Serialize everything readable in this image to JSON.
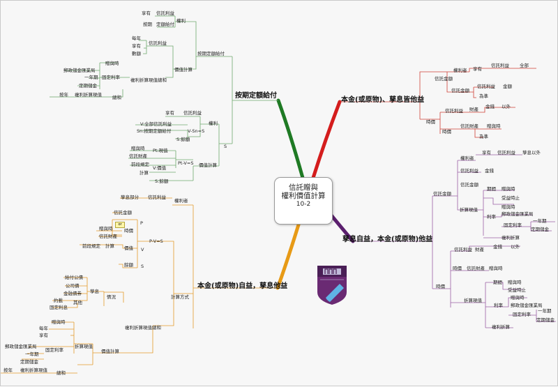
{
  "center": {
    "line1": "信託贈與",
    "line2": "權利價值計算",
    "line3": "10-2"
  },
  "colors": {
    "green": "#6fa86e",
    "red": "#cf3f35",
    "purple": "#9a5fa4",
    "orange": "#e39a2a",
    "trunk_green": "#1f7a24",
    "trunk_red": "#d41d1d",
    "trunk_purple": "#5b1f6e",
    "trunk_orange": "#e79a16"
  },
  "labels": {
    "g1": "按期定額給付",
    "g2": "權利",
    "g3": "享有",
    "g4": "信託利益",
    "g5": "定額給付",
    "g6": "按期",
    "g7": "按期定額給付",
    "g8": "價值計算",
    "g9": "信託利益",
    "g10": "每年",
    "g11": "享有",
    "g12": "數額",
    "g13": "複利折算現值總和",
    "g14": "贈與時",
    "g15": "郵政儲金匯業局",
    "g16": "一年期",
    "g17": "定期儲金",
    "g18": "固定利率",
    "g19": "總和",
    "g20": "按年",
    "g21": "複利折算現值",
    "g22": "S",
    "g23": "權利",
    "g24": "享有",
    "g25": "信託利益",
    "g26": "V:全部信託利益",
    "g27": "Sn:按期定額給付",
    "g28": "V-Sn=S",
    "g29": "S:餘額",
    "g30": "價值計算",
    "g31": "Pt:現值",
    "g32": "Pt-V=S",
    "g33": "贈與時",
    "g34": "信託財產",
    "g35": "V:價值",
    "g36": "前段規定",
    "g37": "計算",
    "g38": "S:餘額",
    "r1": "本金(或原物)、孳息皆他益",
    "r2": "信託金額",
    "r3": "權利者",
    "r4": "享有",
    "r5": "信託利益",
    "r6": "全部",
    "r7": "信託金額",
    "r8": "信託利益",
    "r9": "金額",
    "r10": "為準",
    "r11": "信託利益",
    "r12": "財產",
    "r13": "金錢",
    "r14": "以外",
    "r15": "時價",
    "r16": "時價",
    "r17": "信託財產",
    "r18": "贈與時",
    "r19": "為準",
    "p1": "孳息自益，本金(或原物)他益",
    "p2": "信託金額",
    "p3": "權利者",
    "p4": "享有",
    "p5": "信託利益",
    "p6": "孳息以外",
    "p7": "信託利益",
    "p8": "金錢",
    "p9": "折算現值",
    "p10": "信託金額",
    "p11": "期間",
    "p12": "贈與時",
    "p13": "受益時止",
    "p14": "利率",
    "p15": "贈與時",
    "p16": "郵政儲金匯業局",
    "p17": "固定利率",
    "p18": "一年期",
    "p19": "定期儲金",
    "p20": "複利折算",
    "p21": "時價",
    "p22": "信託利益",
    "p23": "財產",
    "p24": "金錢",
    "p25": "以外",
    "p26": "時價",
    "p27": "信託財產",
    "p28": "贈與時",
    "p29": "折算現值",
    "p30": "期間",
    "p31": "贈與時",
    "p32": "受益時止",
    "p33": "利率",
    "p34": "贈與時",
    "p35": "郵政儲金匯業局",
    "p36": "固定利率",
    "p37": "一年期",
    "p38": "定期儲金",
    "p39": "複利折算",
    "o1": "本金(或原物)自益，孳息他益",
    "o2": "權利者",
    "o3": "孳息部分",
    "o4": "信託利益",
    "o5": "計算方式",
    "o6": "P-V=S",
    "o7": "P",
    "o8": "信託金額",
    "o9": "or",
    "o10": "時價",
    "o11": "贈與時",
    "o12": "信託財產",
    "o13": "V",
    "o14": "價值",
    "o15": "前段規定",
    "o16": "計算",
    "o17": "S",
    "o18": "餘額",
    "o19": "情況",
    "o20": "孳息",
    "o21": "給付公債",
    "o22": "公司債",
    "o23": "金融債券",
    "o24": "約載",
    "o25": "固定利息",
    "o26": "其他",
    "o27": "複利折算現值總和",
    "o28": "價值計算",
    "o29": "折算現值",
    "o30": "每年",
    "o31": "享有",
    "o32": "贈與時",
    "o33": "固定利率",
    "o34": "郵政儲金匯業局",
    "o35": "一年期",
    "o36": "定期儲金",
    "o37": "總和",
    "o38": "按年",
    "o39": "複利折算現值"
  }
}
